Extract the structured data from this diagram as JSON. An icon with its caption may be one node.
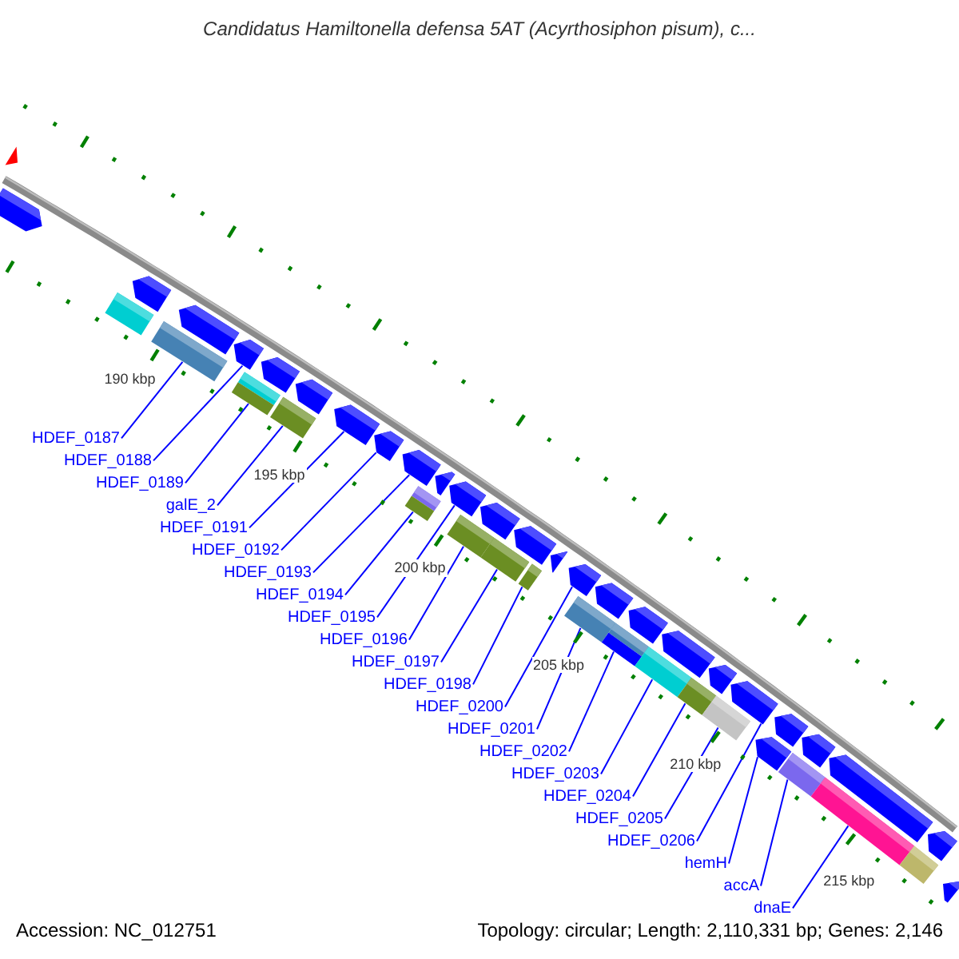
{
  "diagram": {
    "title": "Candidatus Hamiltonella defensa 5AT (Acyrthosiphon pisum), c...",
    "nodes": [
      {
        "text": [],
        "shape": "pentagon"
      },
      {
        "text": [],
        "shape": "bar"
      },
      {
        "text": [],
        "shape": "pentagon"
      },
      {
        "text": [],
        "shape": "bar"
      },
      {
        "text": [],
        "shape": "pentagon"
      },
      {
        "text": [],
        "shape": "pentagon"
      },
      {
        "text": [],
        "shape": "bar"
      },
      {
        "text": [],
        "shape": "pentagon"
      },
      {
        "text": [],
        "shape": "bar"
      },
      {
        "text": [],
        "shape": "pentagon"
      },
      {
        "text": [],
        "shape": "pentagon"
      },
      {
        "text": [],
        "shape": "pentagon"
      },
      {
        "text": [],
        "shape": "pentagon"
      },
      {
        "text": [],
        "shape": "bar"
      },
      {
        "text": [],
        "shape": "pentagon"
      },
      {
        "text": [],
        "shape": "pentagon"
      },
      {
        "text": [],
        "shape": "bar"
      },
      {
        "text": [],
        "shape": "pentagon"
      },
      {
        "text": [],
        "shape": "bar"
      },
      {
        "text": [],
        "shape": "pentagon"
      },
      {
        "text": [],
        "shape": "bar"
      },
      {
        "text": [],
        "shape": "pentagon"
      },
      {
        "text": [],
        "shape": "pentagon"
      },
      {
        "text": [],
        "shape": "bar"
      },
      {
        "text": [],
        "shape": "pentagon"
      },
      {
        "text": [],
        "shape": "bar"
      },
      {
        "text": [],
        "shape": "pentagon"
      },
      {
        "text": [],
        "shape": "bar"
      },
      {
        "text": [],
        "shape": "pentagon"
      },
      {
        "text": [],
        "shape": "bar"
      },
      {
        "text": [],
        "shape": "pentagon"
      },
      {
        "text": [],
        "shape": "bar"
      },
      {
        "text": [],
        "shape": "pentagon"
      },
      {
        "text": [],
        "shape": "pentagon"
      },
      {
        "text": [],
        "shape": "pentagon"
      },
      {
        "text": [],
        "shape": "pentagon"
      },
      {
        "text": [],
        "shape": "bar"
      },
      {
        "text": [],
        "shape": "pentagon"
      },
      {
        "text": [],
        "shape": "bar"
      },
      {
        "text": [],
        "shape": "bar"
      },
      {
        "text": [],
        "shape": "pentagon"
      },
      {
        "text": [],
        "shape": "pentagon"
      },
      {
        "text": [
          "HDEF_0187"
        ]
      },
      {
        "text": [
          "HDEF_0188"
        ]
      },
      {
        "text": [
          "HDEF_0189"
        ]
      },
      {
        "text": [
          "galE_2"
        ]
      },
      {
        "text": [
          "HDEF_0191"
        ]
      },
      {
        "text": [
          "HDEF_0192"
        ]
      },
      {
        "text": [
          "HDEF_0193"
        ]
      },
      {
        "text": [
          "HDEF_0194"
        ]
      },
      {
        "text": [
          "HDEF_0195"
        ]
      },
      {
        "text": [
          "HDEF_0196"
        ]
      },
      {
        "text": [
          "HDEF_0197"
        ]
      },
      {
        "text": [
          "HDEF_0198"
        ]
      },
      {
        "text": [
          "HDEF_0200"
        ]
      },
      {
        "text": [
          "HDEF_0201"
        ]
      },
      {
        "text": [
          "HDEF_0202"
        ]
      },
      {
        "text": [
          "HDEF_0203"
        ]
      },
      {
        "text": [
          "HDEF_0204"
        ]
      },
      {
        "text": [
          "HDEF_0205"
        ]
      },
      {
        "text": [
          "HDEF_0206"
        ]
      },
      {
        "text": [
          "hemH"
        ]
      },
      {
        "text": [
          "accA"
        ]
      },
      {
        "text": [
          "dnaE"
        ]
      }
    ],
    "edges": [
      {
        "from": 42,
        "to": 3,
        "arrow": "none"
      },
      {
        "from": 43,
        "to": 5,
        "arrow": "none"
      },
      {
        "from": 44,
        "to": 6,
        "arrow": "none"
      },
      {
        "from": 45,
        "to": 8,
        "arrow": "none"
      },
      {
        "from": 46,
        "to": 10,
        "arrow": "none"
      },
      {
        "from": 47,
        "to": 11,
        "arrow": "none"
      },
      {
        "from": 48,
        "to": 12,
        "arrow": "none"
      },
      {
        "from": 49,
        "to": 13,
        "arrow": "none"
      },
      {
        "from": 50,
        "to": 15,
        "arrow": "none"
      },
      {
        "from": 51,
        "to": 16,
        "arrow": "none"
      },
      {
        "from": 52,
        "to": 18,
        "arrow": "none"
      },
      {
        "from": 53,
        "to": 20,
        "arrow": "none"
      },
      {
        "from": 54,
        "to": 22,
        "arrow": "none"
      },
      {
        "from": 55,
        "to": 23,
        "arrow": "none"
      },
      {
        "from": 56,
        "to": 25,
        "arrow": "none"
      },
      {
        "from": 57,
        "to": 27,
        "arrow": "none"
      },
      {
        "from": 58,
        "to": 29,
        "arrow": "none"
      },
      {
        "from": 59,
        "to": 31,
        "arrow": "none"
      },
      {
        "from": 60,
        "to": 32,
        "arrow": "none"
      },
      {
        "from": 61,
        "to": 33,
        "arrow": "none"
      },
      {
        "from": 62,
        "to": 36,
        "arrow": "none"
      },
      {
        "from": 63,
        "to": 38,
        "arrow": "none"
      }
    ],
    "labels": [
      "190 kbp",
      "195 kbp",
      "200 kbp",
      "205 kbp",
      "210 kbp",
      "215 kbp",
      "Accession: NC_012751",
      "Topology: circular; Length: 2,110,331 bp; Genes: 2,146"
    ]
  }
}
